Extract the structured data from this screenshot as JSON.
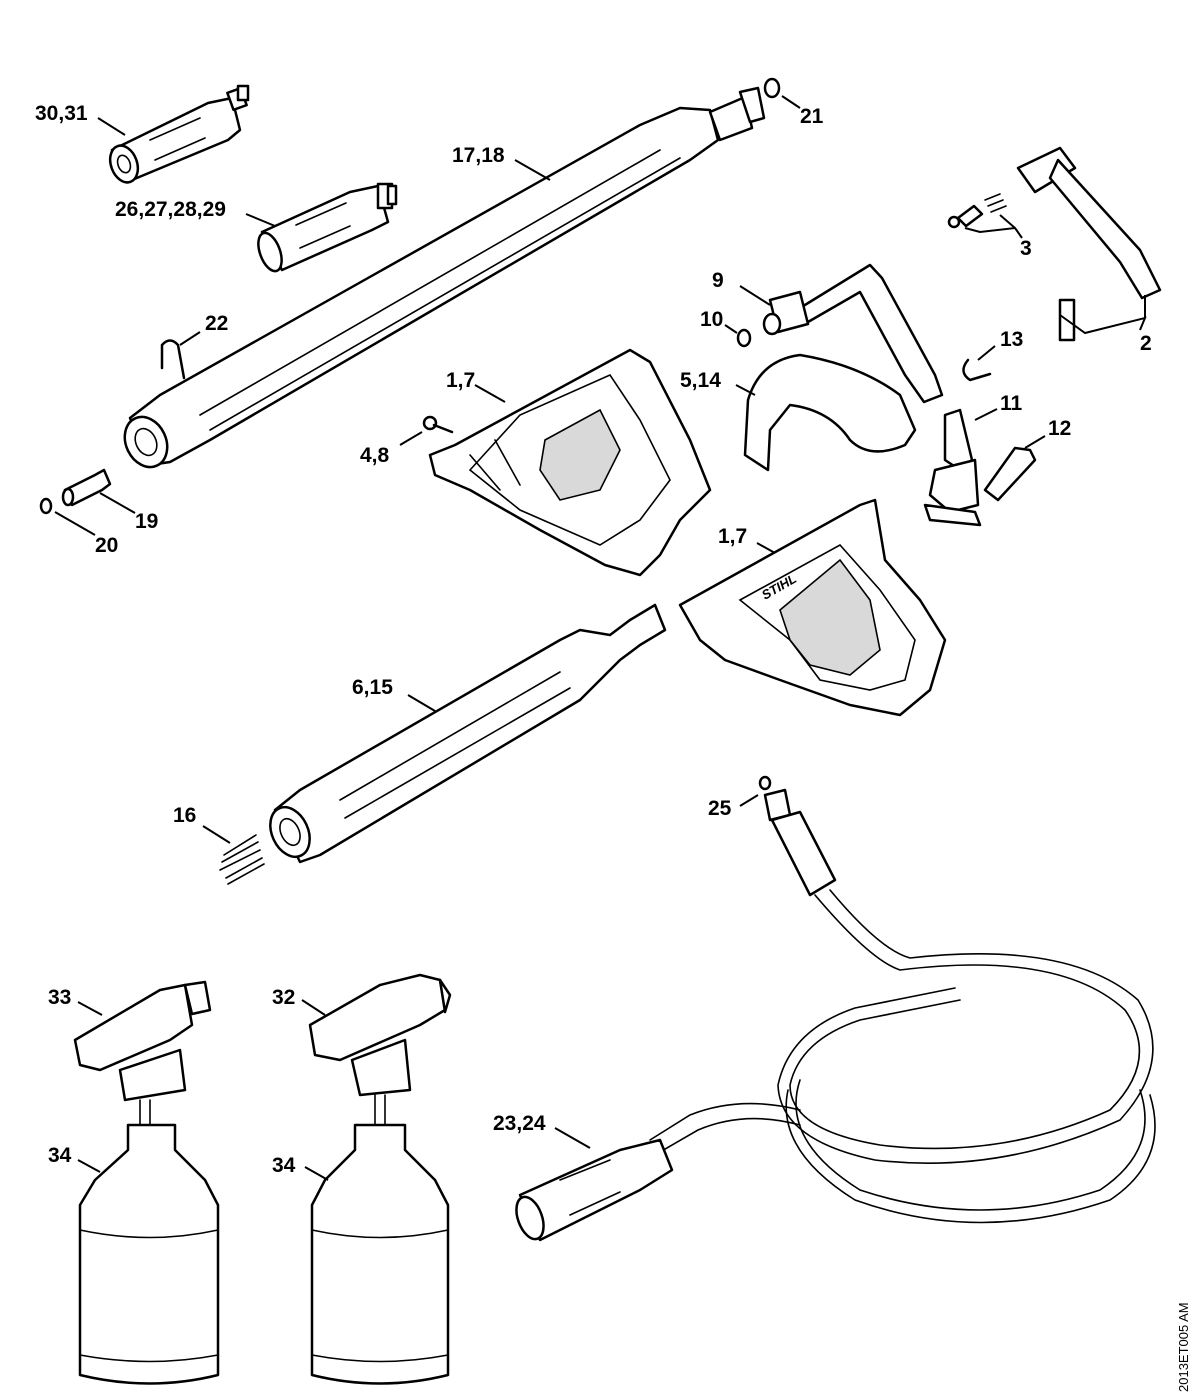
{
  "diagram": {
    "drawing_code": "2013ET005 AM",
    "brand_mark": "STIHL",
    "labels": {
      "l30_31": "30,31",
      "l17_18": "17,18",
      "l21": "21",
      "l26_29": "26,27,28,29",
      "l3": "3",
      "l9": "9",
      "l10": "10",
      "l22": "22",
      "l13": "13",
      "l2": "2",
      "l1_7a": "1,7",
      "l5_14": "5,14",
      "l11": "11",
      "l4_8": "4,8",
      "l12": "12",
      "l19": "19",
      "l20": "20",
      "l1_7b": "1,7",
      "l6_15": "6,15",
      "l16": "16",
      "l25": "25",
      "l33": "33",
      "l32": "32",
      "l23_24": "23,24",
      "l34a": "34",
      "l34b": "34"
    }
  }
}
